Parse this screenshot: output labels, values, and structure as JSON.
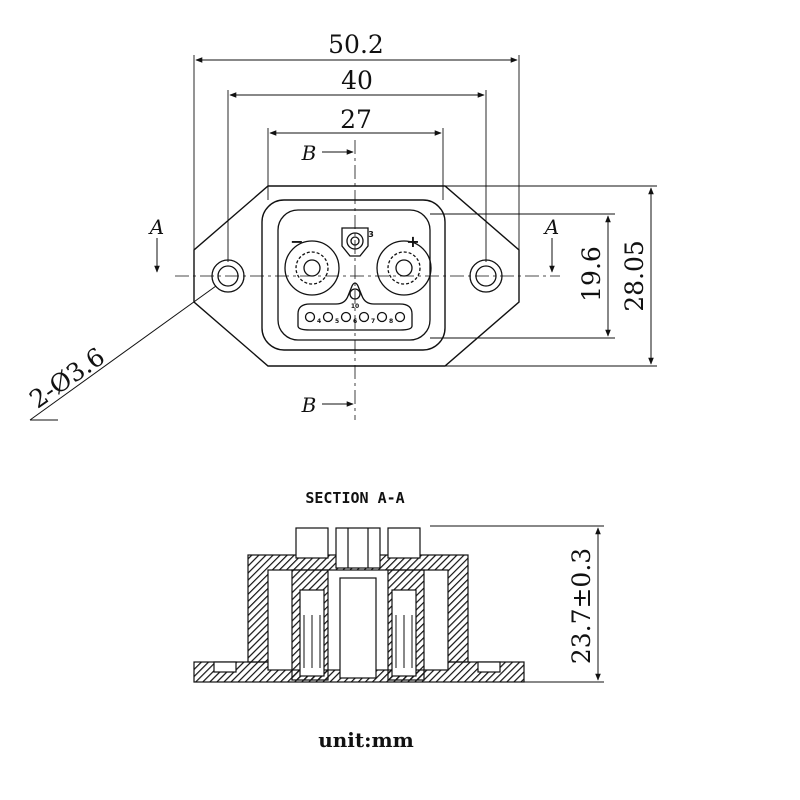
{
  "dimensions": {
    "overall_width": "50.2",
    "hole_pitch": "40",
    "body_width": "27",
    "body_height": "19.6",
    "flange_height": "28.05",
    "hole_callout": "2-Ø3.6",
    "section_height": "23.7±0.3"
  },
  "section_markers": {
    "a_left": "A",
    "a_right": "A",
    "b_top": "B",
    "b_bottom": "B"
  },
  "terminals": {
    "negative": "−",
    "positive": "+",
    "pin3": "3",
    "pins_small": [
      "4",
      "5",
      "6",
      "7",
      "8"
    ],
    "pin_center": "10"
  },
  "section_title": "SECTION A-A",
  "unit_label": "unit:mm"
}
